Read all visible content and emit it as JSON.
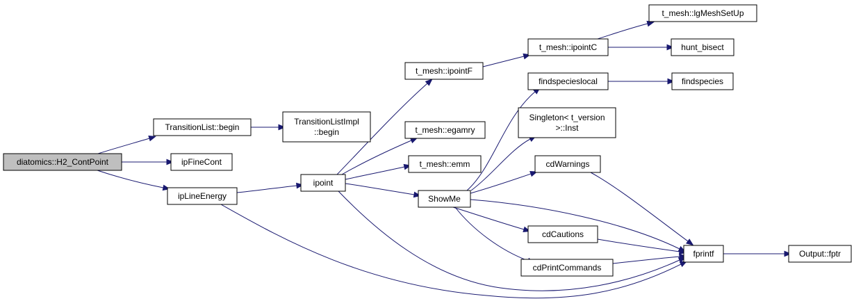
{
  "colors": {
    "edge": "#191970",
    "root_fill": "#bfbfbf",
    "node_fill": "#ffffff",
    "border": "#000000"
  },
  "nodes": [
    {
      "id": "h2contpoint",
      "lines": [
        "diatomics::H2_ContPoint"
      ],
      "root": true
    },
    {
      "id": "translistbegin",
      "lines": [
        "TransitionList::begin"
      ]
    },
    {
      "id": "translistimplbegin",
      "lines": [
        "TransitionListImpl",
        "::begin"
      ]
    },
    {
      "id": "ipfinecont",
      "lines": [
        "ipFineCont"
      ]
    },
    {
      "id": "iplineenergy",
      "lines": [
        "ipLineEnergy"
      ]
    },
    {
      "id": "ipoint",
      "lines": [
        "ipoint"
      ]
    },
    {
      "id": "ipointf",
      "lines": [
        "t_mesh::ipointF"
      ]
    },
    {
      "id": "egamry",
      "lines": [
        "t_mesh::egamry"
      ]
    },
    {
      "id": "emm",
      "lines": [
        "t_mesh::emm"
      ]
    },
    {
      "id": "showme",
      "lines": [
        "ShowMe"
      ]
    },
    {
      "id": "ipointc",
      "lines": [
        "t_mesh::ipointC"
      ]
    },
    {
      "id": "lgmeshsetup",
      "lines": [
        "t_mesh::lgMeshSetUp"
      ]
    },
    {
      "id": "huntbisect",
      "lines": [
        "hunt_bisect"
      ]
    },
    {
      "id": "findspecieslocal",
      "lines": [
        "findspecieslocal"
      ]
    },
    {
      "id": "findspecies",
      "lines": [
        "findspecies"
      ]
    },
    {
      "id": "singleton",
      "lines": [
        "Singleton< t_version",
        ">::Inst"
      ]
    },
    {
      "id": "cdwarnings",
      "lines": [
        "cdWarnings"
      ]
    },
    {
      "id": "cdcautions",
      "lines": [
        "cdCautions"
      ]
    },
    {
      "id": "cdprintcommands",
      "lines": [
        "cdPrintCommands"
      ]
    },
    {
      "id": "fprintf",
      "lines": [
        "fprintf"
      ]
    },
    {
      "id": "fptr",
      "lines": [
        "Output::fptr"
      ]
    }
  ],
  "edges": [
    {
      "from": "h2contpoint",
      "to": "translistbegin"
    },
    {
      "from": "h2contpoint",
      "to": "ipfinecont"
    },
    {
      "from": "h2contpoint",
      "to": "iplineenergy"
    },
    {
      "from": "translistbegin",
      "to": "translistimplbegin"
    },
    {
      "from": "iplineenergy",
      "to": "ipoint"
    },
    {
      "from": "iplineenergy",
      "to": "fprintf"
    },
    {
      "from": "ipoint",
      "to": "ipointf"
    },
    {
      "from": "ipoint",
      "to": "egamry"
    },
    {
      "from": "ipoint",
      "to": "emm"
    },
    {
      "from": "ipoint",
      "to": "showme"
    },
    {
      "from": "ipoint",
      "to": "fprintf"
    },
    {
      "from": "ipointf",
      "to": "ipointc"
    },
    {
      "from": "ipointc",
      "to": "lgmeshsetup"
    },
    {
      "from": "ipointc",
      "to": "huntbisect"
    },
    {
      "from": "showme",
      "to": "findspecieslocal"
    },
    {
      "from": "showme",
      "to": "singleton"
    },
    {
      "from": "showme",
      "to": "cdwarnings"
    },
    {
      "from": "showme",
      "to": "cdcautions"
    },
    {
      "from": "showme",
      "to": "cdprintcommands"
    },
    {
      "from": "showme",
      "to": "fprintf"
    },
    {
      "from": "findspecieslocal",
      "to": "findspecies"
    },
    {
      "from": "cdwarnings",
      "to": "fprintf"
    },
    {
      "from": "cdcautions",
      "to": "fprintf"
    },
    {
      "from": "cdprintcommands",
      "to": "fprintf"
    },
    {
      "from": "fprintf",
      "to": "fptr"
    }
  ]
}
